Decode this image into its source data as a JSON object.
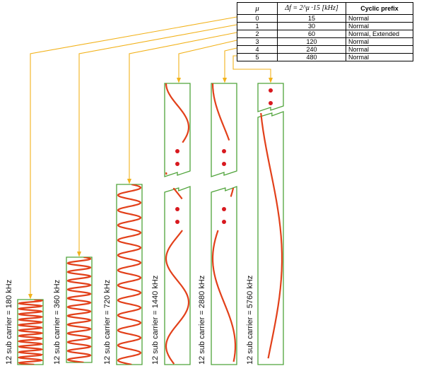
{
  "table": {
    "headers": [
      "μ",
      "Δf = 2^μ ·15 [kHz]",
      "Cyclic prefix"
    ],
    "rows": [
      {
        "mu": "0",
        "df": "15",
        "cp": "Normal"
      },
      {
        "mu": "1",
        "df": "30",
        "cp": "Normal"
      },
      {
        "mu": "2",
        "df": "60",
        "cp": "Normal, Extended"
      },
      {
        "mu": "3",
        "df": "120",
        "cp": "Normal"
      },
      {
        "mu": "4",
        "df": "240",
        "cp": "Normal"
      },
      {
        "mu": "5",
        "df": "480",
        "cp": "Normal"
      }
    ]
  },
  "blocks": [
    {
      "label": "12 sub carrier = 180 kHz",
      "cycles": 12
    },
    {
      "label": "12 sub carrier = 360 kHz",
      "cycles": 12
    },
    {
      "label": "12 sub carrier = 720 kHz",
      "cycles": 12
    },
    {
      "label": "12 sub carrier = 1440 kHz",
      "cycles": 12
    },
    {
      "label": "12 sub carrier = 2880 kHz",
      "cycles": 12
    },
    {
      "label": "12 sub carrier = 5760 kHz",
      "cycles": 12
    }
  ],
  "colors": {
    "wave": "#e2401a",
    "border": "#4fa33a",
    "arrow": "#f2b21b",
    "dot": "#d8191f"
  }
}
